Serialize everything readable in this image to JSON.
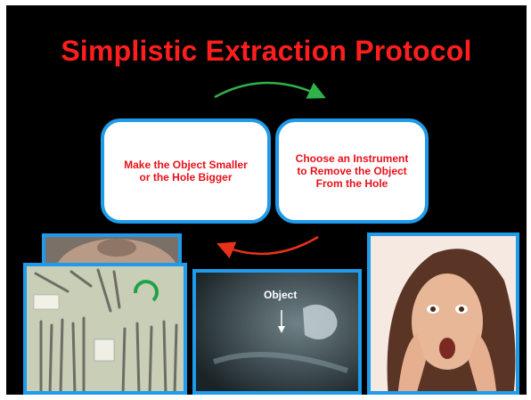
{
  "slide": {
    "title": "Simplistic Extraction Protocol",
    "steps": [
      {
        "text": "Make the Object Smaller or the Hole Bigger"
      },
      {
        "text": "Choose an Instrument to Remove the Object From the Hole"
      }
    ],
    "xray_label": "Object",
    "colors": {
      "background": "#000000",
      "title": "#ff1e1e",
      "box_border": "#1f9bea",
      "box_text": "#e8101a",
      "arrow_top": "#2fb24a",
      "arrow_bottom": "#e8321a"
    }
  }
}
